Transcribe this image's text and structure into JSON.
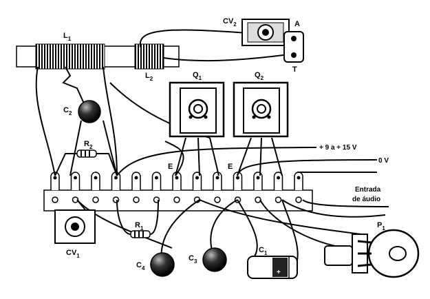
{
  "components": {
    "L1": {
      "letter": "L",
      "sub": "1"
    },
    "L2": {
      "letter": "L",
      "sub": "2"
    },
    "CV2": {
      "letter": "CV",
      "sub": "2"
    },
    "A": "A",
    "T": "T",
    "Q1": {
      "letter": "Q",
      "sub": "1"
    },
    "Q2": {
      "letter": "Q",
      "sub": "2"
    },
    "C2": {
      "letter": "C",
      "sub": "2"
    },
    "R2": {
      "letter": "R",
      "sub": "2"
    },
    "E1": "E",
    "E2": "E",
    "CV1": {
      "letter": "CV",
      "sub": "1"
    },
    "R1": {
      "letter": "R",
      "sub": "1"
    },
    "C4": {
      "letter": "C",
      "sub": "4"
    },
    "C3": {
      "letter": "C",
      "sub": "3"
    },
    "C1": {
      "letter": "C",
      "sub": "1"
    },
    "P1": {
      "letter": "P",
      "sub": "1"
    }
  },
  "annotations": {
    "supply": "+ 9 a + 15 V",
    "ground": "0 V",
    "input_line1": "Entrada",
    "input_line2": "de áudio",
    "polarity_plus": "+"
  }
}
